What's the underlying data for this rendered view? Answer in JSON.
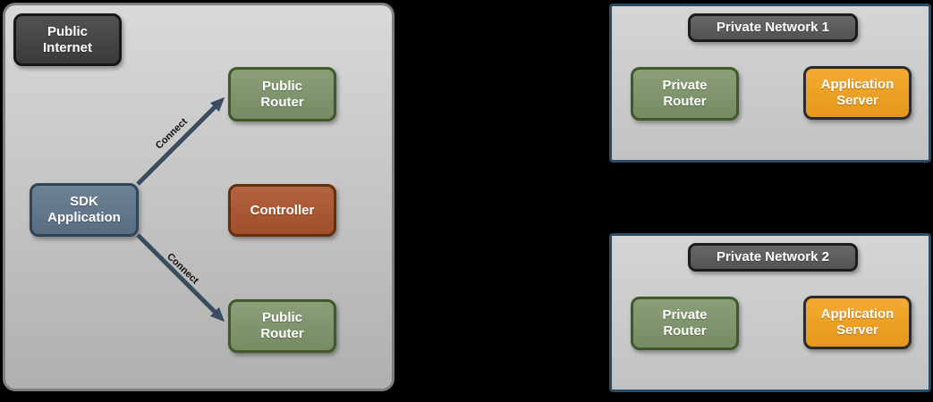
{
  "colors": {
    "page_bg": "#000000",
    "zone_border": "#7e7e7e",
    "zone_fill_top": "#d9d9d9",
    "zone_fill_bottom": "#b0b0b0",
    "network_border": "#2d4a63",
    "network_fill_top": "#d5d5d5",
    "network_fill_bottom": "#c2c2c2",
    "dark_box_fill": "#3e3e3e",
    "dark_box_border": "#181818",
    "network_title_fill": "#575757",
    "network_title_border": "#1c1c1c",
    "router_fill": "#7d9469",
    "router_border": "#3f5a28",
    "sdk_fill": "#5d7489",
    "sdk_border": "#2f4558",
    "controller_fill": "#a9532b",
    "controller_border": "#662d0e",
    "server_fill": "#f3a11b",
    "server_border": "#2b2b2b",
    "arrow_color": "#3a4d60",
    "node_text": "#ffffff",
    "connect_text": "#111111"
  },
  "diagram": {
    "public_zone": {
      "zone_label": "Public\nInternet",
      "nodes": {
        "public_router_top": "Public\nRouter",
        "sdk_application": "SDK\nApplication",
        "controller": "Controller",
        "public_router_bottom": "Public\nRouter"
      },
      "connections": [
        {
          "from": "SDK Application",
          "to": "Public Router (top)",
          "label": "Connect"
        },
        {
          "from": "SDK Application",
          "to": "Public Router (bottom)",
          "label": "Connect"
        }
      ]
    },
    "private_networks": [
      {
        "title": "Private Network 1",
        "router": "Private\nRouter",
        "server": "Application\nServer"
      },
      {
        "title": "Private Network 2",
        "router": "Private\nRouter",
        "server": "Application\nServer"
      }
    ]
  }
}
